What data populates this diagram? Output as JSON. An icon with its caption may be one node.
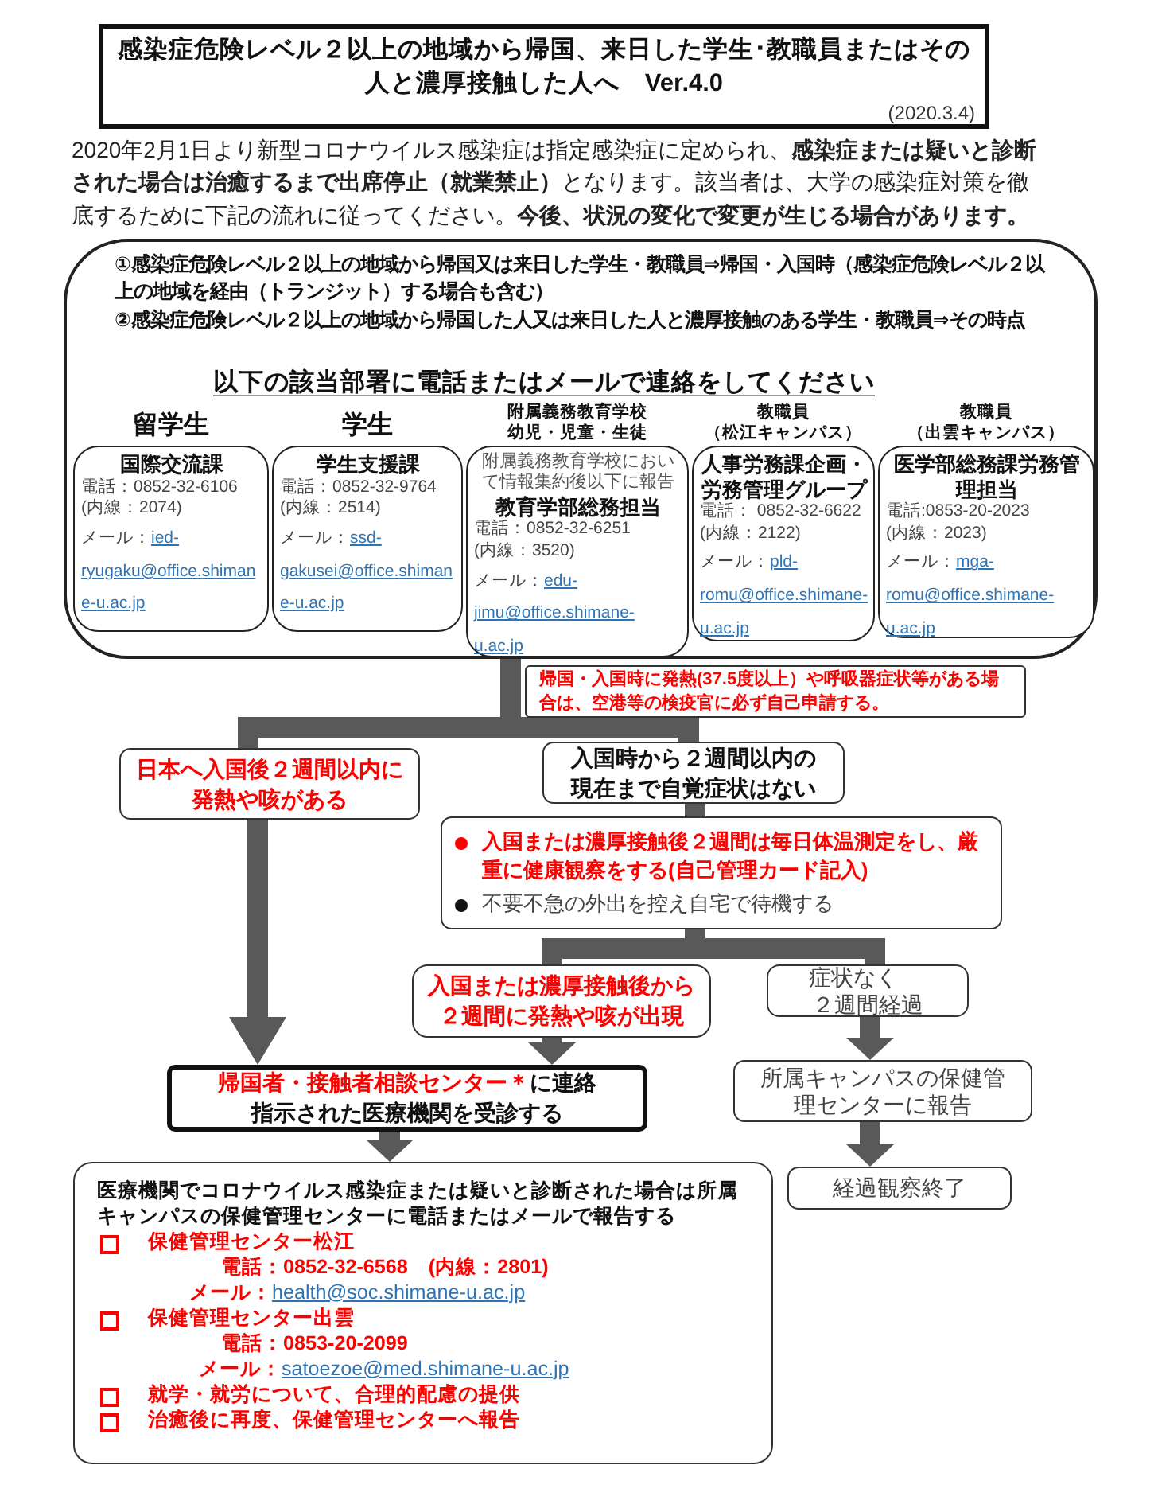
{
  "diagram": {
    "nodes": [
      {
        "text": [
          "感染症危険レベル２以上の地域から帰国、来日した学生･教職員またはその人と濃厚接触した人へ　Ver.4.0",
          "(2020.3.4)"
        ]
      },
      {
        "text": [
          "①感染症危険レベル２以上の地域から帰国又は来日した学生・教職員⇒帰国・入国時（感染症危険レベル２以上の地域を経由（トランジット）する場合も含む）",
          "②感染症危険レベル２以上の地域から帰国した人又は来日した人と濃厚接触のある学生・教職員⇒その時点",
          "以下の該当部署に電話またはメールで連絡をしてください"
        ]
      },
      {
        "text": [
          "留学生",
          "国際交流課",
          "電話：0852-32-6106",
          "(内線：2074)",
          "メール：",
          "ied-ryugaku@office.shimane-u.ac.jp"
        ],
        "in": 1
      },
      {
        "text": [
          "学生",
          "学生支援課",
          "電話：0852-32-9764",
          "(内線：2514)",
          "メール：",
          "ssd-gakusei@office.shimane-u.ac.jp"
        ],
        "in": 1
      },
      {
        "text": [
          "附属義務教育学校",
          "幼児・児童・生徒",
          "附属義務教育学校において情報集約後以下に報告",
          "教育学部総務担当",
          "電話：0852-32-6251",
          "(内線：3520)",
          "メール：",
          "edu-jimu@office.shimane-u.ac.jp"
        ],
        "in": 1
      },
      {
        "text": [
          "教職員",
          "（松江キャンパス）",
          "人事労務課企画・労務管理グループ",
          "電話： 0852-32-6622",
          "(内線：2122)",
          "メール：",
          "pld-romu@office.shimane-u.ac.jp"
        ],
        "in": 1
      },
      {
        "text": [
          "教職員",
          "（出雲キャンパス）",
          "医学部総務課労務管理担当",
          "電話:0853-20-2023",
          "(内線：2023)",
          "メール：",
          "mga-romu@office.shimane-u.ac.jp"
        ],
        "in": 1
      },
      {
        "text": [
          "帰国・入国時に発熱(37.5度以上）や呼吸器症状等がある場合は、空港等の検疫官に必ず自己申請する。"
        ]
      },
      {
        "text": [
          "日本へ入国後２週間以内に発熱や咳がある"
        ]
      },
      {
        "text": [
          "入国時から２週間以内の現在まで自覚症状はない"
        ]
      },
      {
        "text": [
          "入国または濃厚接触後２週間は毎日体温測定をし、厳重に健康観察をする(自己管理カード記入)",
          "不要不急の外出を控え自宅で待機する"
        ]
      },
      {
        "text": [
          "入国または濃厚接触後から２週間に発熱や咳が出現"
        ]
      },
      {
        "text": [
          "症状なく",
          "２週間経過"
        ]
      },
      {
        "text": [
          "帰国者・接触者相談センター＊",
          "に連絡",
          "指示された医療機関を受診する"
        ]
      },
      {
        "text": [
          "所属キャンパスの保健管理センターに報告"
        ]
      },
      {
        "text": [
          "医療機関でコロナウイルス感染症または疑いと診断された場合は所属キャンパスの保健管理センターに電話またはメールで報告する",
          "保健管理センター松江",
          "電話：0852-32-6568　(内線：2801)",
          "メール：",
          "health@soc.shimane-u.ac.jp",
          "保健管理センター出雲",
          "電話：0853-20-2099",
          "メール：",
          "satoezoe@med.shimane-u.ac.jp",
          "就学・就労について、合理的配慮の提供",
          "治癒後に再度、保健管理センターへ報告"
        ]
      },
      {
        "text": [
          "経過観察終了"
        ]
      }
    ],
    "edges": [
      {
        "from": 1,
        "to": 8,
        "arrow": "none"
      },
      {
        "from": 1,
        "to": 9,
        "arrow": "none"
      },
      {
        "from": 8,
        "to": 13,
        "arrow": "to"
      },
      {
        "from": 9,
        "to": 10,
        "arrow": "none"
      },
      {
        "from": 10,
        "to": 11,
        "arrow": "none"
      },
      {
        "from": 10,
        "to": 12,
        "arrow": "none"
      },
      {
        "from": 11,
        "to": 13,
        "arrow": "to"
      },
      {
        "from": 12,
        "to": 14,
        "arrow": "to"
      },
      {
        "from": 13,
        "to": 15,
        "arrow": "to"
      },
      {
        "from": 14,
        "to": 16,
        "arrow": "to"
      }
    ],
    "labels": [
      "2020年2月1日より新型コロナウイルス感染症は指定感染症に定められ、**感染症または疑いと診断された場合は治癒するまで出席停止（就業禁止）**となります。該当者は、大学の感染症対策を徹底するために下記の流れに従ってください。**今後、状況の変化で変更が生じる場合があります。**"
    ]
  }
}
